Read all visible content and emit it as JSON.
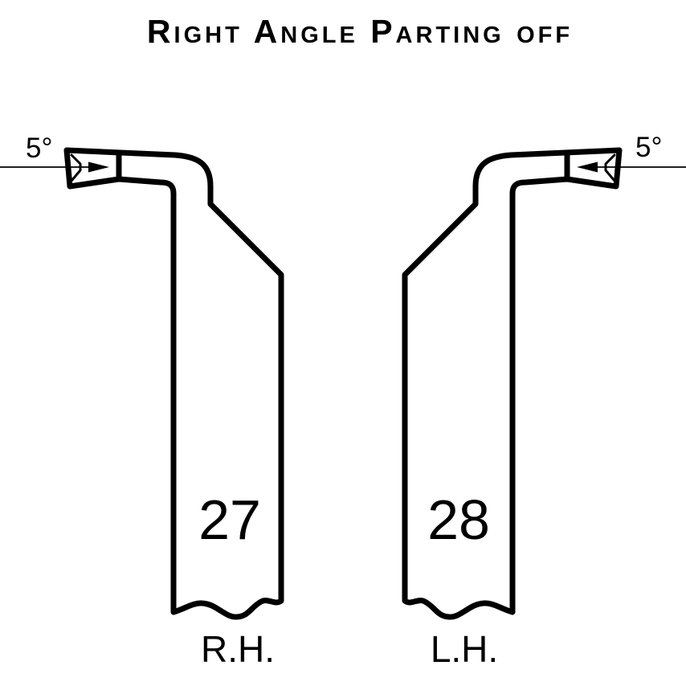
{
  "title": "Right Angle Parting off",
  "tools": {
    "left": {
      "angle": "5°",
      "number": "27",
      "hand": "R.H."
    },
    "right": {
      "angle": "5°",
      "number": "28",
      "hand": "L.H."
    }
  },
  "colors": {
    "ink": "#000000",
    "paper": "#ffffff"
  }
}
